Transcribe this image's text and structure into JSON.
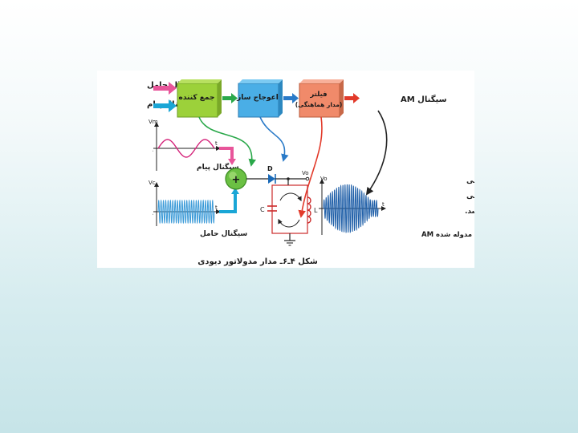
{
  "diagram": {
    "inputs": {
      "carrier_label": "سیگنال حامل",
      "message_label": "سیگنال پیام"
    },
    "blocks": {
      "adder": "جمع کننده",
      "oscillator": "اعوجاج ساز",
      "filter_line1": "فیلتر",
      "filter_line2": "(مدار هماهنگی)"
    },
    "output_label": "سیگنال AM",
    "message_plot": {
      "y_axis": "Vm",
      "x_axis": "t",
      "origin": "۰",
      "caption": "سیگنال پیام"
    },
    "carrier_plot": {
      "y_axis": "Vc",
      "x_axis": "t",
      "origin": "۰",
      "caption": "سیگنال حامل"
    },
    "output_plot": {
      "y_axis": "Vo",
      "x_axis": "t",
      "caption": "سیگنال مدوله شده AM"
    },
    "circuit": {
      "diode": "D",
      "output_node": "Vo",
      "capacitor": "C",
      "inductor": "L",
      "adder_symbol": "+"
    },
    "note_lines": [
      "ولتاژ خروجی در صورتی",
      "که به جای مقاومت اهمی",
      "مدار تانک باشد."
    ],
    "caption": "شکل ۴ـ۶ـ مدار مدولاتور دیودی",
    "colors": {
      "adder_block": "#9cd13a",
      "oscillator_block": "#4aaee6",
      "filter_block": "#f08a6a",
      "message_wave": "#d4237a",
      "carrier_wave": "#3a9ad8",
      "am_wave": "#1f5fa8",
      "adder_circle": "#6bc043",
      "arrow_pink": "#e8559a",
      "arrow_cyan": "#1aa6d6",
      "arrow_red": "#e23a2a",
      "arrow_green": "#2aa84a",
      "arrow_blue": "#2a7ac8",
      "tank_red": "#cc2a2a"
    }
  }
}
